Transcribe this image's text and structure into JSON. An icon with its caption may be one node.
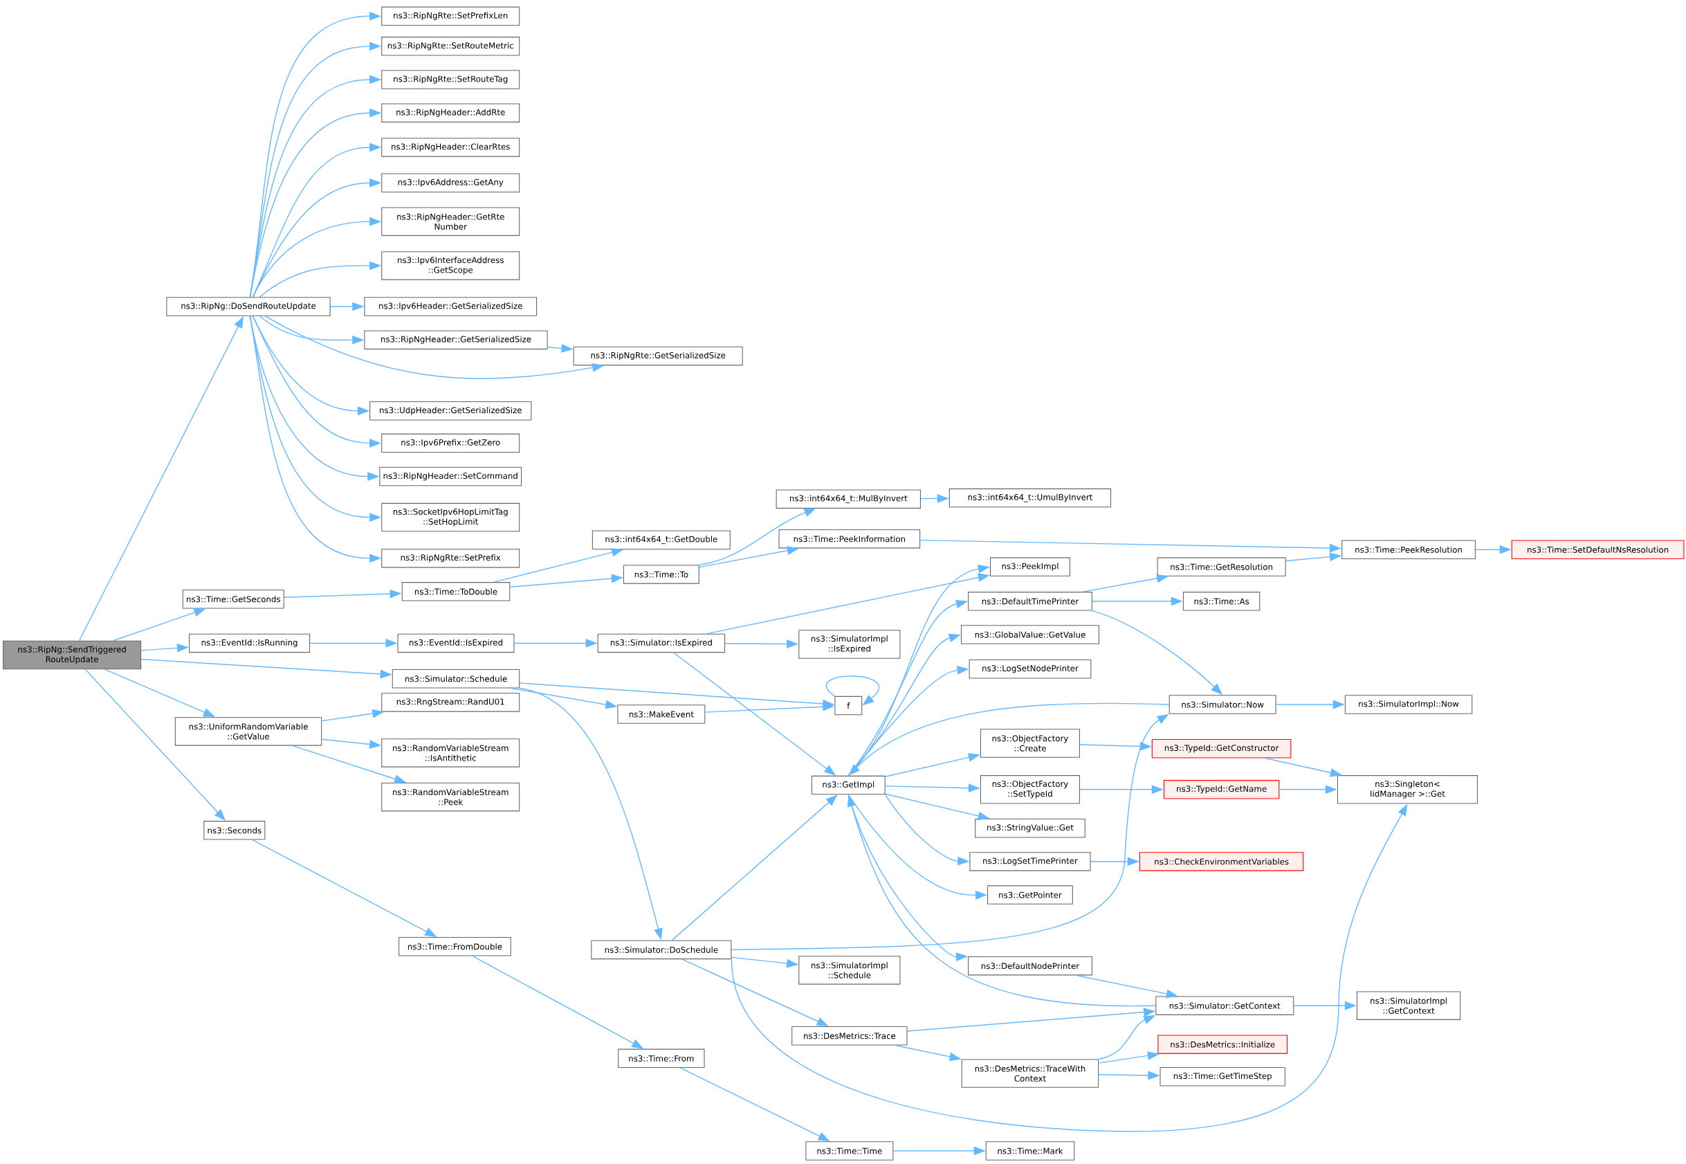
{
  "diagram": {
    "nodes": [
      {
        "text": [
          "ns3::RipNg::SendTriggered RouteUpdate"
        ]
      },
      {
        "text": [
          "ns3::RipNg::DoSendRouteUpdate"
        ]
      },
      {
        "text": [
          "ns3::RipNgRte::SetPrefixLen"
        ]
      },
      {
        "text": [
          "ns3::RipNgRte::SetRouteMetric"
        ]
      },
      {
        "text": [
          "ns3::RipNgRte::SetRouteTag"
        ]
      },
      {
        "text": [
          "ns3::RipNgHeader::AddRte"
        ]
      },
      {
        "text": [
          "ns3::RipNgHeader::ClearRtes"
        ]
      },
      {
        "text": [
          "ns3::Ipv6Address::GetAny"
        ]
      },
      {
        "text": [
          "ns3::RipNgHeader::GetRte Number"
        ]
      },
      {
        "text": [
          "ns3::Ipv6InterfaceAddress ::GetScope"
        ]
      },
      {
        "text": [
          "ns3::Ipv6Header::GetSerializedSize"
        ]
      },
      {
        "text": [
          "ns3::RipNgHeader::GetSerializedSize"
        ]
      },
      {
        "text": [
          "ns3::RipNgRte::GetSerializedSize"
        ]
      },
      {
        "text": [
          "ns3::UdpHeader::GetSerializedSize"
        ]
      },
      {
        "text": [
          "ns3::Ipv6Prefix::GetZero"
        ]
      },
      {
        "text": [
          "ns3::RipNgHeader::SetCommand"
        ]
      },
      {
        "text": [
          "ns3::SocketIpv6HopLimitTag ::SetHopLimit"
        ]
      },
      {
        "text": [
          "ns3::RipNgRte::SetPrefix"
        ]
      },
      {
        "text": [
          "ns3::Time::GetSeconds"
        ]
      },
      {
        "text": [
          "ns3::EventId::IsRunning"
        ]
      },
      {
        "text": [
          "ns3::Simulator::Schedule"
        ]
      },
      {
        "text": [
          "ns3::UniformRandomVariable ::GetValue"
        ]
      },
      {
        "text": [
          "ns3::Seconds"
        ]
      },
      {
        "text": [
          "ns3::int64x64_t::GetDouble"
        ]
      },
      {
        "text": [
          "ns3::Time::ToDouble"
        ]
      },
      {
        "text": [
          "ns3::Time::To"
        ]
      },
      {
        "text": [
          "ns3::int64x64_t::MulByInvert"
        ]
      },
      {
        "text": [
          "ns3::int64x64_t::UmulByInvert"
        ]
      },
      {
        "text": [
          "ns3::Time::PeekInformation"
        ]
      },
      {
        "text": [
          "ns3::EventId::IsExpired"
        ]
      },
      {
        "text": [
          "ns3::Simulator::IsExpired"
        ]
      },
      {
        "text": [
          "ns3::SimulatorImpl ::IsExpired"
        ]
      },
      {
        "text": [
          "ns3::MakeEvent"
        ]
      },
      {
        "text": [
          "f"
        ]
      },
      {
        "text": [
          "ns3::RngStream::RandU01"
        ]
      },
      {
        "text": [
          "ns3::RandomVariableStream ::IsAntithetic"
        ]
      },
      {
        "text": [
          "ns3::RandomVariableStream ::Peek"
        ]
      },
      {
        "text": [
          "ns3::Time::FromDouble"
        ]
      },
      {
        "text": [
          "ns3::Simulator::DoSchedule"
        ]
      },
      {
        "text": [
          "ns3::GetImpl"
        ]
      },
      {
        "text": [
          "ns3::PeekImpl"
        ]
      },
      {
        "text": [
          "ns3::DefaultTimePrinter"
        ]
      },
      {
        "text": [
          "ns3::GlobalValue::GetValue"
        ]
      },
      {
        "text": [
          "ns3::LogSetNodePrinter"
        ]
      },
      {
        "text": [
          "ns3::ObjectFactory ::Create"
        ]
      },
      {
        "text": [
          "ns3::ObjectFactory ::SetTypeId"
        ]
      },
      {
        "text": [
          "ns3::StringValue::Get"
        ]
      },
      {
        "text": [
          "ns3::LogSetTimePrinter"
        ]
      },
      {
        "text": [
          "ns3::GetPointer"
        ]
      },
      {
        "text": [
          "ns3::DefaultNodePrinter"
        ]
      },
      {
        "text": [
          "ns3::Time::GetResolution"
        ]
      },
      {
        "text": [
          "ns3::Time::PeekResolution"
        ]
      },
      {
        "text": [
          "ns3::Time::SetDefaultNsResolution"
        ]
      },
      {
        "text": [
          "ns3::Time::As"
        ]
      },
      {
        "text": [
          "ns3::Simulator::Now"
        ]
      },
      {
        "text": [
          "ns3::SimulatorImpl::Now"
        ]
      },
      {
        "text": [
          "ns3::TypeId::GetConstructor"
        ]
      },
      {
        "text": [
          "ns3::TypeId::GetName"
        ]
      },
      {
        "text": [
          "ns3::Singleton< IidManager >::Get"
        ]
      },
      {
        "text": [
          "ns3::CheckEnvironmentVariables"
        ]
      },
      {
        "text": [
          "ns3::Simulator::GetContext"
        ]
      },
      {
        "text": [
          "ns3::SimulatorImpl ::GetContext"
        ]
      },
      {
        "text": [
          "ns3::DesMetrics::Trace"
        ]
      },
      {
        "text": [
          "ns3::DesMetrics::TraceWith Context"
        ]
      },
      {
        "text": [
          "ns3::DesMetrics::Initialize"
        ]
      },
      {
        "text": [
          "ns3::Time::GetTimeStep"
        ]
      },
      {
        "text": [
          "ns3::SimulatorImpl ::Schedule"
        ]
      },
      {
        "text": [
          "ns3::Time::From"
        ]
      },
      {
        "text": [
          "ns3::Time::Time"
        ]
      },
      {
        "text": [
          "ns3::Time::Mark"
        ]
      }
    ],
    "edges": [
      {
        "from": 0,
        "to": 1,
        "arrow": "to"
      },
      {
        "from": 0,
        "to": 18,
        "arrow": "to"
      },
      {
        "from": 0,
        "to": 19,
        "arrow": "to"
      },
      {
        "from": 0,
        "to": 20,
        "arrow": "to"
      },
      {
        "from": 0,
        "to": 21,
        "arrow": "to"
      },
      {
        "from": 0,
        "to": 22,
        "arrow": "to"
      },
      {
        "from": 1,
        "to": 2,
        "arrow": "to"
      },
      {
        "from": 1,
        "to": 3,
        "arrow": "to"
      },
      {
        "from": 1,
        "to": 4,
        "arrow": "to"
      },
      {
        "from": 1,
        "to": 5,
        "arrow": "to"
      },
      {
        "from": 1,
        "to": 6,
        "arrow": "to"
      },
      {
        "from": 1,
        "to": 7,
        "arrow": "to"
      },
      {
        "from": 1,
        "to": 8,
        "arrow": "to"
      },
      {
        "from": 1,
        "to": 9,
        "arrow": "to"
      },
      {
        "from": 1,
        "to": 10,
        "arrow": "to"
      },
      {
        "from": 1,
        "to": 11,
        "arrow": "to"
      },
      {
        "from": 1,
        "to": 12,
        "arrow": "to"
      },
      {
        "from": 1,
        "to": 13,
        "arrow": "to"
      },
      {
        "from": 1,
        "to": 14,
        "arrow": "to"
      },
      {
        "from": 1,
        "to": 15,
        "arrow": "to"
      },
      {
        "from": 1,
        "to": 16,
        "arrow": "to"
      },
      {
        "from": 1,
        "to": 17,
        "arrow": "to"
      },
      {
        "from": 11,
        "to": 12,
        "arrow": "to"
      },
      {
        "from": 18,
        "to": 24,
        "arrow": "to"
      },
      {
        "from": 24,
        "to": 23,
        "arrow": "to"
      },
      {
        "from": 24,
        "to": 25,
        "arrow": "to"
      },
      {
        "from": 25,
        "to": 26,
        "arrow": "to"
      },
      {
        "from": 25,
        "to": 28,
        "arrow": "to"
      },
      {
        "from": 26,
        "to": 27,
        "arrow": "to"
      },
      {
        "from": 28,
        "to": 51,
        "arrow": "to"
      },
      {
        "from": 19,
        "to": 29,
        "arrow": "to"
      },
      {
        "from": 29,
        "to": 30,
        "arrow": "to"
      },
      {
        "from": 30,
        "to": 40,
        "arrow": "to"
      },
      {
        "from": 30,
        "to": 31,
        "arrow": "to"
      },
      {
        "from": 30,
        "to": 39,
        "arrow": "to"
      },
      {
        "from": 20,
        "to": 33,
        "arrow": "to"
      },
      {
        "from": 20,
        "to": 32,
        "arrow": "to"
      },
      {
        "from": 20,
        "to": 38,
        "arrow": "to"
      },
      {
        "from": 32,
        "to": 33,
        "arrow": "to"
      },
      {
        "from": 33,
        "to": 33,
        "arrow": "to"
      },
      {
        "from": 21,
        "to": 34,
        "arrow": "to"
      },
      {
        "from": 21,
        "to": 35,
        "arrow": "to"
      },
      {
        "from": 21,
        "to": 36,
        "arrow": "to"
      },
      {
        "from": 22,
        "to": 37,
        "arrow": "to"
      },
      {
        "from": 37,
        "to": 67,
        "arrow": "to"
      },
      {
        "from": 67,
        "to": 68,
        "arrow": "to"
      },
      {
        "from": 68,
        "to": 69,
        "arrow": "to"
      },
      {
        "from": 38,
        "to": 39,
        "arrow": "to"
      },
      {
        "from": 38,
        "to": 54,
        "arrow": "to"
      },
      {
        "from": 38,
        "to": 66,
        "arrow": "to"
      },
      {
        "from": 38,
        "to": 62,
        "arrow": "to"
      },
      {
        "from": 38,
        "to": 58,
        "arrow": "to"
      },
      {
        "from": 39,
        "to": 40,
        "arrow": "to"
      },
      {
        "from": 39,
        "to": 41,
        "arrow": "to"
      },
      {
        "from": 39,
        "to": 42,
        "arrow": "to"
      },
      {
        "from": 39,
        "to": 43,
        "arrow": "to"
      },
      {
        "from": 39,
        "to": 44,
        "arrow": "to"
      },
      {
        "from": 39,
        "to": 45,
        "arrow": "to"
      },
      {
        "from": 39,
        "to": 46,
        "arrow": "to"
      },
      {
        "from": 39,
        "to": 47,
        "arrow": "to"
      },
      {
        "from": 39,
        "to": 48,
        "arrow": "to"
      },
      {
        "from": 39,
        "to": 49,
        "arrow": "to"
      },
      {
        "from": 41,
        "to": 50,
        "arrow": "to"
      },
      {
        "from": 41,
        "to": 53,
        "arrow": "to"
      },
      {
        "from": 41,
        "to": 54,
        "arrow": "to"
      },
      {
        "from": 54,
        "to": 39,
        "arrow": "to"
      },
      {
        "from": 54,
        "to": 55,
        "arrow": "to"
      },
      {
        "from": 44,
        "to": 56,
        "arrow": "to"
      },
      {
        "from": 45,
        "to": 57,
        "arrow": "to"
      },
      {
        "from": 47,
        "to": 59,
        "arrow": "to"
      },
      {
        "from": 56,
        "to": 58,
        "arrow": "to"
      },
      {
        "from": 57,
        "to": 58,
        "arrow": "to"
      },
      {
        "from": 50,
        "to": 51,
        "arrow": "to"
      },
      {
        "from": 51,
        "to": 52,
        "arrow": "to"
      },
      {
        "from": 49,
        "to": 60,
        "arrow": "to"
      },
      {
        "from": 60,
        "to": 39,
        "arrow": "to"
      },
      {
        "from": 60,
        "to": 61,
        "arrow": "to"
      },
      {
        "from": 62,
        "to": 60,
        "arrow": "to"
      },
      {
        "from": 62,
        "to": 63,
        "arrow": "to"
      },
      {
        "from": 63,
        "to": 60,
        "arrow": "to"
      },
      {
        "from": 63,
        "to": 64,
        "arrow": "to"
      },
      {
        "from": 63,
        "to": 65,
        "arrow": "to"
      }
    ]
  }
}
